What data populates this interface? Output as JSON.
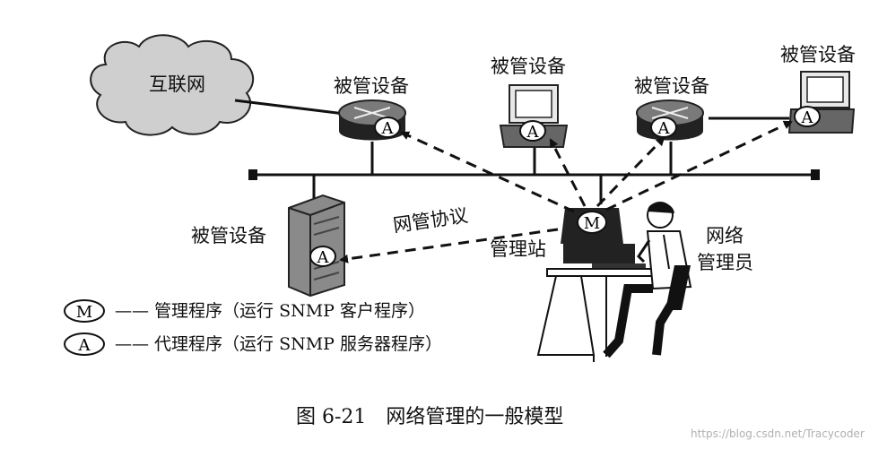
{
  "nodes": {
    "internet": "互联网",
    "managed_router_1": "被管设备",
    "managed_pc_1": "被管设备",
    "managed_router_2": "被管设备",
    "managed_pc_2": "被管设备",
    "managed_server": "被管设备",
    "manager_station": "管理站",
    "administrator": [
      "网络",
      "管理员"
    ],
    "agent_badge": "A",
    "manager_badge": "M"
  },
  "edge_label": "网管协议",
  "legend": [
    {
      "symbol": "M",
      "dash": "——",
      "text": "管理程序（运行 SNMP 客户程序）"
    },
    {
      "symbol": "A",
      "dash": "——",
      "text": "代理程序（运行 SNMP 服务器程序）"
    }
  ],
  "caption": "图 6-21　网络管理的一般模型",
  "watermark": "https://blog.csdn.net/Tracycoder"
}
